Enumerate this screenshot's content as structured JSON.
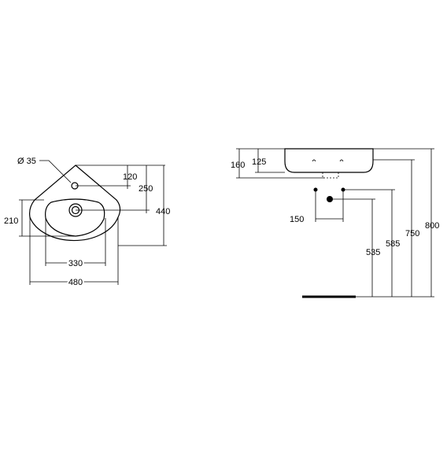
{
  "plan_view": {
    "hole_diameter": "Ø 35",
    "dims": {
      "d120": "120",
      "d250": "250",
      "d440": "440",
      "d210": "210",
      "d330": "330",
      "d480": "480"
    }
  },
  "side_view": {
    "dims": {
      "d160": "160",
      "d125": "125",
      "d150": "150",
      "d535": "535",
      "d585": "585",
      "d750": "750",
      "d800": "800"
    }
  }
}
